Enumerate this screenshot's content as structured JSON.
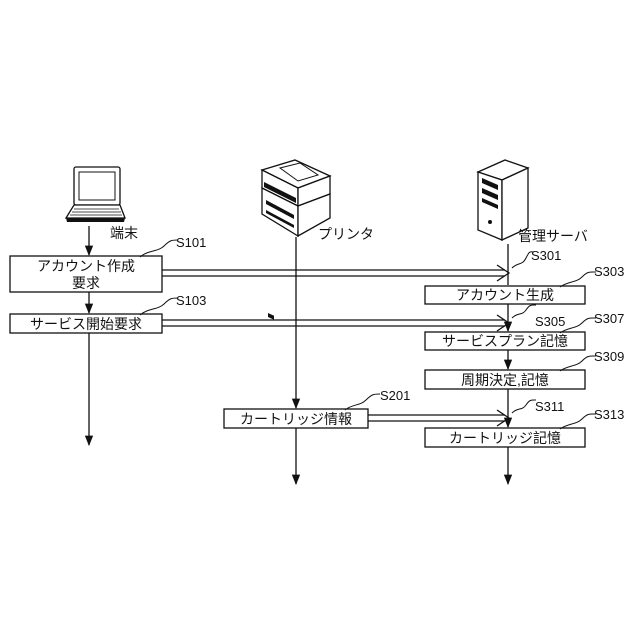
{
  "actors": {
    "terminal": "端末",
    "printer": "プリンタ",
    "server": "管理サーバ"
  },
  "boxes": {
    "account_request_line1": "アカウント作成",
    "account_request_line2": "要求",
    "service_request": "サービス開始要求",
    "cartridge_info": "カートリッジ情報",
    "account_gen": "アカウント生成",
    "plan_store": "サービスプラン記憶",
    "cycle_store": "周期決定,記憶",
    "cartridge_store": "カートリッジ記憶"
  },
  "steps": {
    "s101": "S101",
    "s103": "S103",
    "s201": "S201",
    "s301": "S301",
    "s303": "S303",
    "s305": "S305",
    "s307": "S307",
    "s309": "S309",
    "s311": "S311",
    "s313": "S313"
  }
}
